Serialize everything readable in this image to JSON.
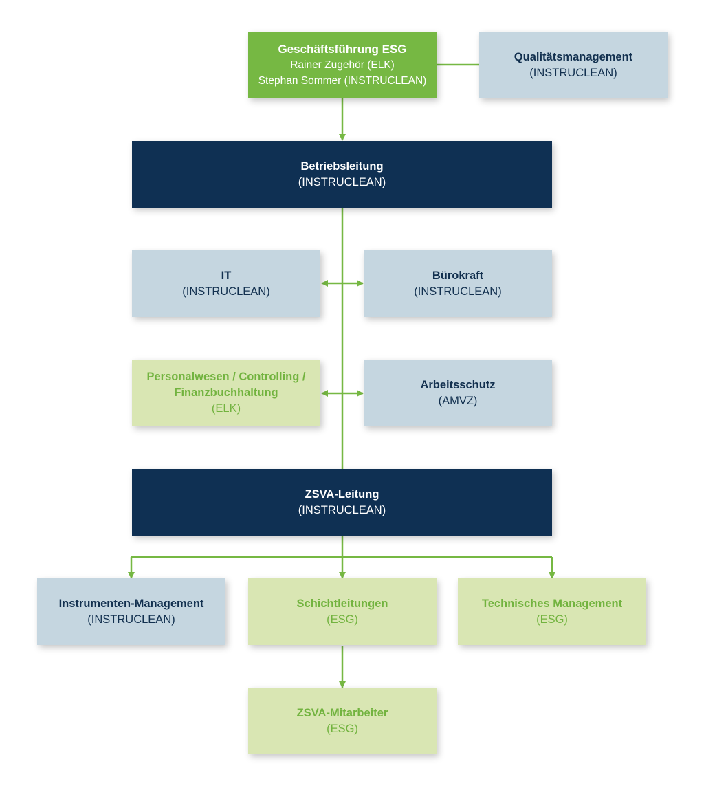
{
  "colors": {
    "connector": "#76b843",
    "management_green": "#76b843",
    "leadership_navy": "#0f3053",
    "instruclean_grey": "#c5d6e0",
    "partner_pale_green": "#d9e6b3",
    "partner_text_green": "#72b33f"
  },
  "nodes": {
    "gf": {
      "title": "Geschäftsführung ESG",
      "line1": "Rainer Zugehör (ELK)",
      "line2": "Stephan Sommer (INSTRUCLEAN)"
    },
    "qm": {
      "title": "Qualitätsmanagement",
      "org": "(INSTRUCLEAN)"
    },
    "betrieb": {
      "title": "Betriebsleitung",
      "org": "(INSTRUCLEAN)"
    },
    "it": {
      "title": "IT",
      "org": "(INSTRUCLEAN)"
    },
    "buero": {
      "title": "Bürokraft",
      "org": "(INSTRUCLEAN)"
    },
    "personal": {
      "title1": "Personalwesen / Controlling /",
      "title2": "Finanzbuchhaltung",
      "org": "(ELK)"
    },
    "arbeitsschutz": {
      "title": "Arbeitsschutz",
      "org": "(AMVZ)"
    },
    "zsva_leitung": {
      "title": "ZSVA-Leitung",
      "org": "(INSTRUCLEAN)"
    },
    "instrumente": {
      "title": "Instrumenten-Management",
      "org": "(INSTRUCLEAN)"
    },
    "schicht": {
      "title": "Schichtleitungen",
      "org": "(ESG)"
    },
    "technik": {
      "title": "Technisches Management",
      "org": "(ESG)"
    },
    "mitarbeiter": {
      "title": "ZSVA-Mitarbeiter",
      "org": "(ESG)"
    }
  }
}
